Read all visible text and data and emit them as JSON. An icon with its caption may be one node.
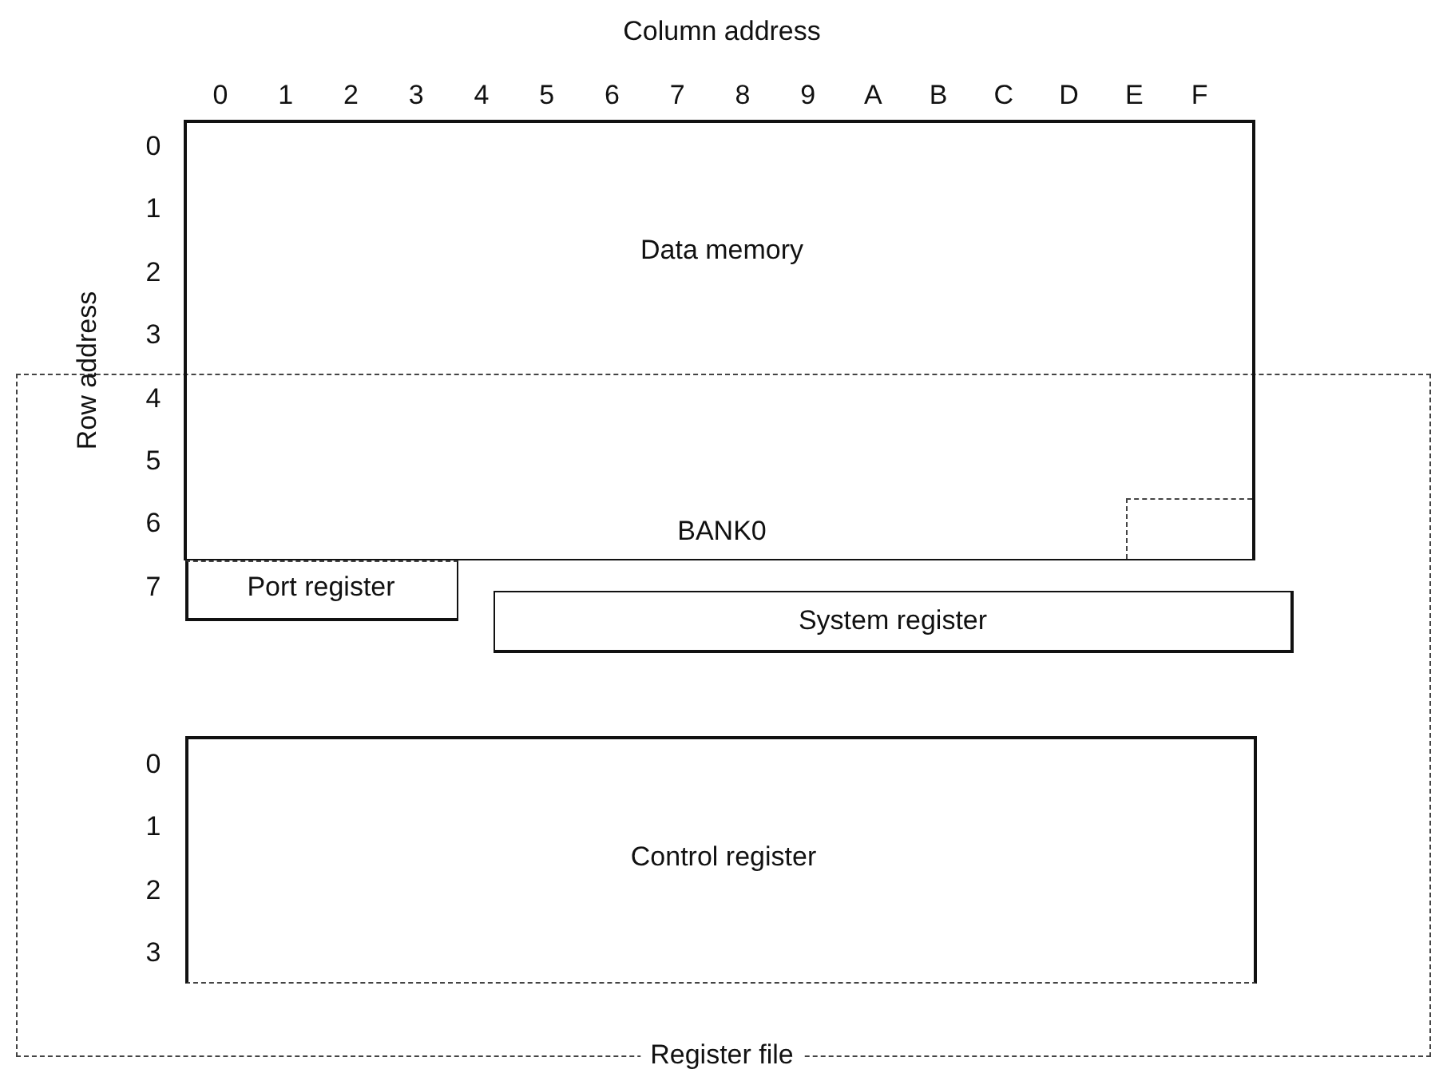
{
  "diagram": {
    "nodes": [
      {
        "text": [
          "Data memory",
          "BANK0"
        ]
      },
      {
        "text": [
          "Register file"
        ]
      },
      {
        "text": [
          "Port register"
        ],
        "in": 1
      },
      {
        "text": [
          "System register"
        ],
        "in": 1
      },
      {
        "text": [
          "Control register"
        ],
        "in": 1
      },
      {
        "text": [],
        "shape": "box"
      }
    ],
    "labels": [
      "Column address",
      "0",
      "1",
      "2",
      "3",
      "4",
      "5",
      "6",
      "7",
      "8",
      "9",
      "A",
      "B",
      "C",
      "D",
      "E",
      "F",
      "Row address",
      "0",
      "1",
      "2",
      "3",
      "4",
      "5",
      "6",
      "7",
      "0",
      "1",
      "2",
      "3"
    ]
  }
}
